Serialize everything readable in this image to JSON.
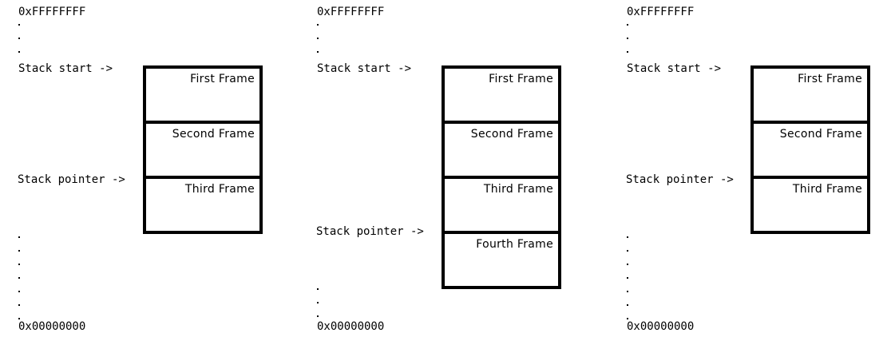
{
  "diagrams": [
    {
      "top_address": "0xFFFFFFFF",
      "bottom_address": "0x00000000",
      "stack_start_label": "Stack start ->",
      "stack_pointer_label": "Stack pointer ->",
      "frames": [
        "First Frame",
        "Second Frame",
        "Third Frame"
      ]
    },
    {
      "top_address": "0xFFFFFFFF",
      "bottom_address": "0x00000000",
      "stack_start_label": "Stack start ->",
      "stack_pointer_label": "Stack pointer ->",
      "frames": [
        "First Frame",
        "Second Frame",
        "Third Frame",
        "Fourth Frame"
      ]
    },
    {
      "top_address": "0xFFFFFFFF",
      "bottom_address": "0x00000000",
      "stack_start_label": "Stack start ->",
      "stack_pointer_label": "Stack pointer ->",
      "frames": [
        "First Frame",
        "Second Frame",
        "Third Frame"
      ]
    }
  ]
}
